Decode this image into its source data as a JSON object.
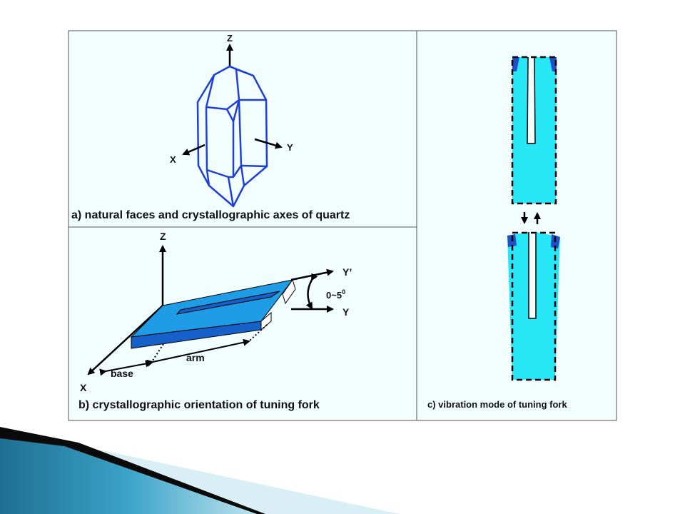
{
  "panel_a": {
    "axis_z": "Z",
    "axis_x": "X",
    "axis_y": "Y",
    "caption": "a)  natural faces and crystallographic axes of quartz"
  },
  "panel_b": {
    "axis_z": "Z",
    "axis_x": "X",
    "axis_y": "Y",
    "axis_y_prime": "Y’",
    "angle_base": "0~5",
    "angle_sup": "0",
    "arm_label": "arm",
    "base_label": "base",
    "caption": "b)  crystallographic orientation of tuning fork"
  },
  "panel_c": {
    "caption": "c)  vibration mode of tuning fork"
  },
  "colors": {
    "panel_bg": "#f2fdfe",
    "crystal_line": "#1f3fd6",
    "plate_top": "#1e9de6",
    "plate_side": "#1560c9",
    "fork_fill": "#27e6f6",
    "fork_tip": "#1f4fc9",
    "banner_dark": "#0a0a0a",
    "banner_teal": "#2c8fb5"
  }
}
